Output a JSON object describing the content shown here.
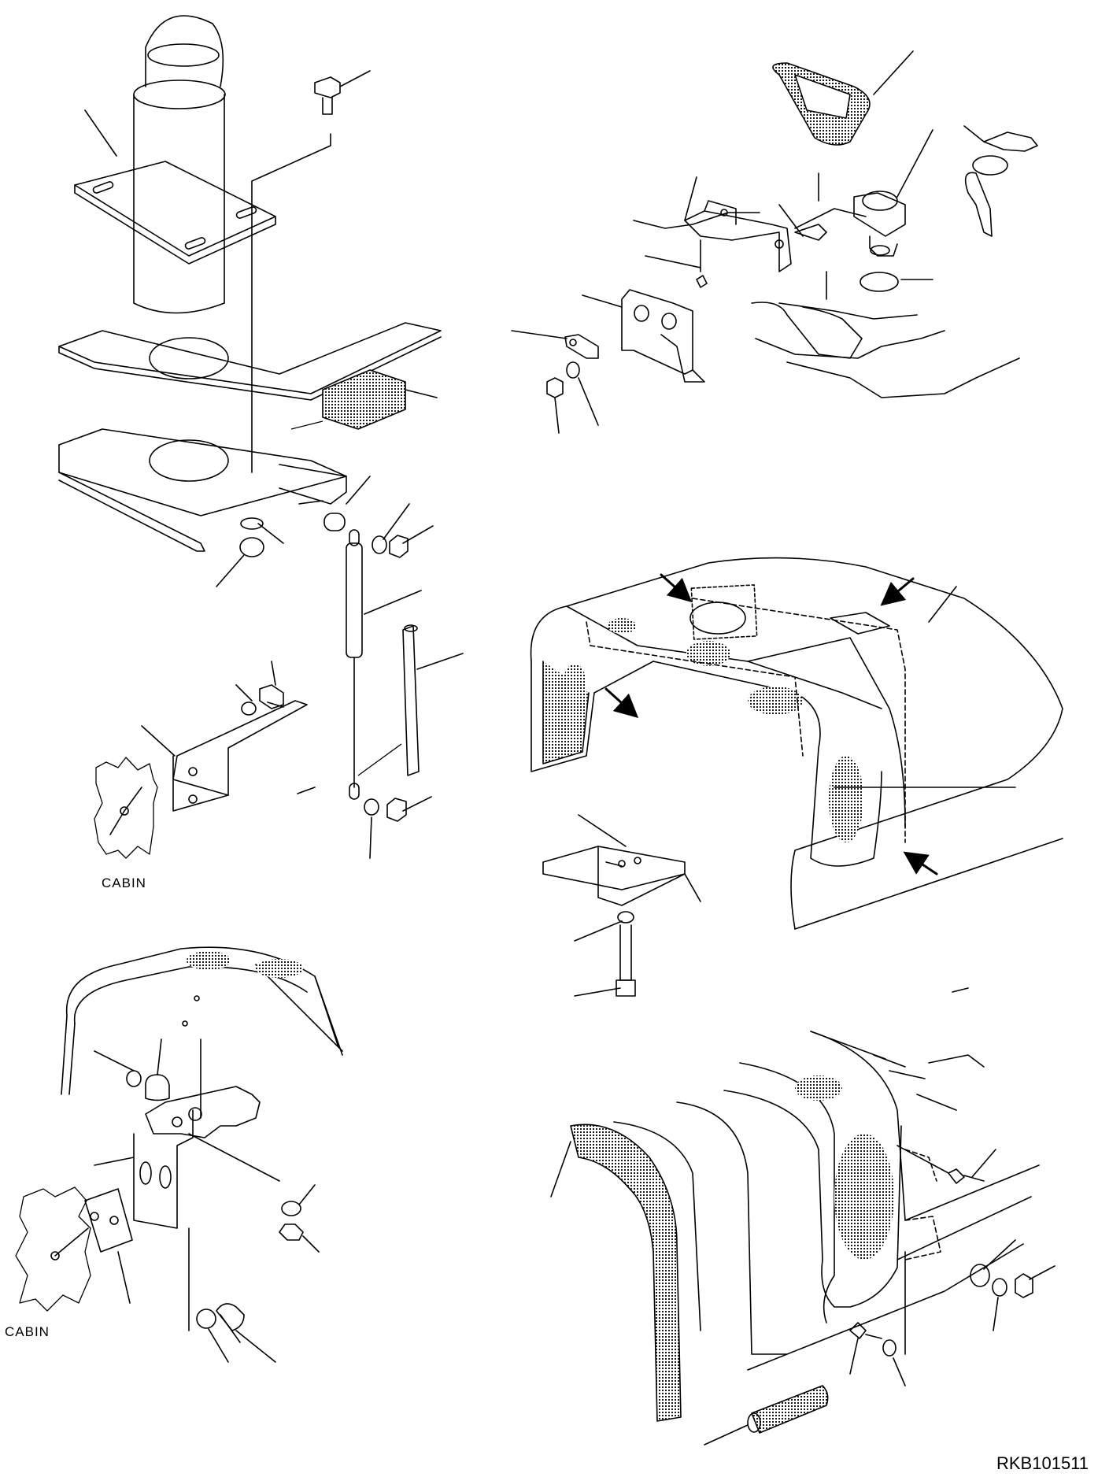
{
  "diagram": {
    "labels": {
      "cabin_upper": "CABIN",
      "cabin_lower": "CABIN"
    },
    "document_number": "RKB101511"
  }
}
